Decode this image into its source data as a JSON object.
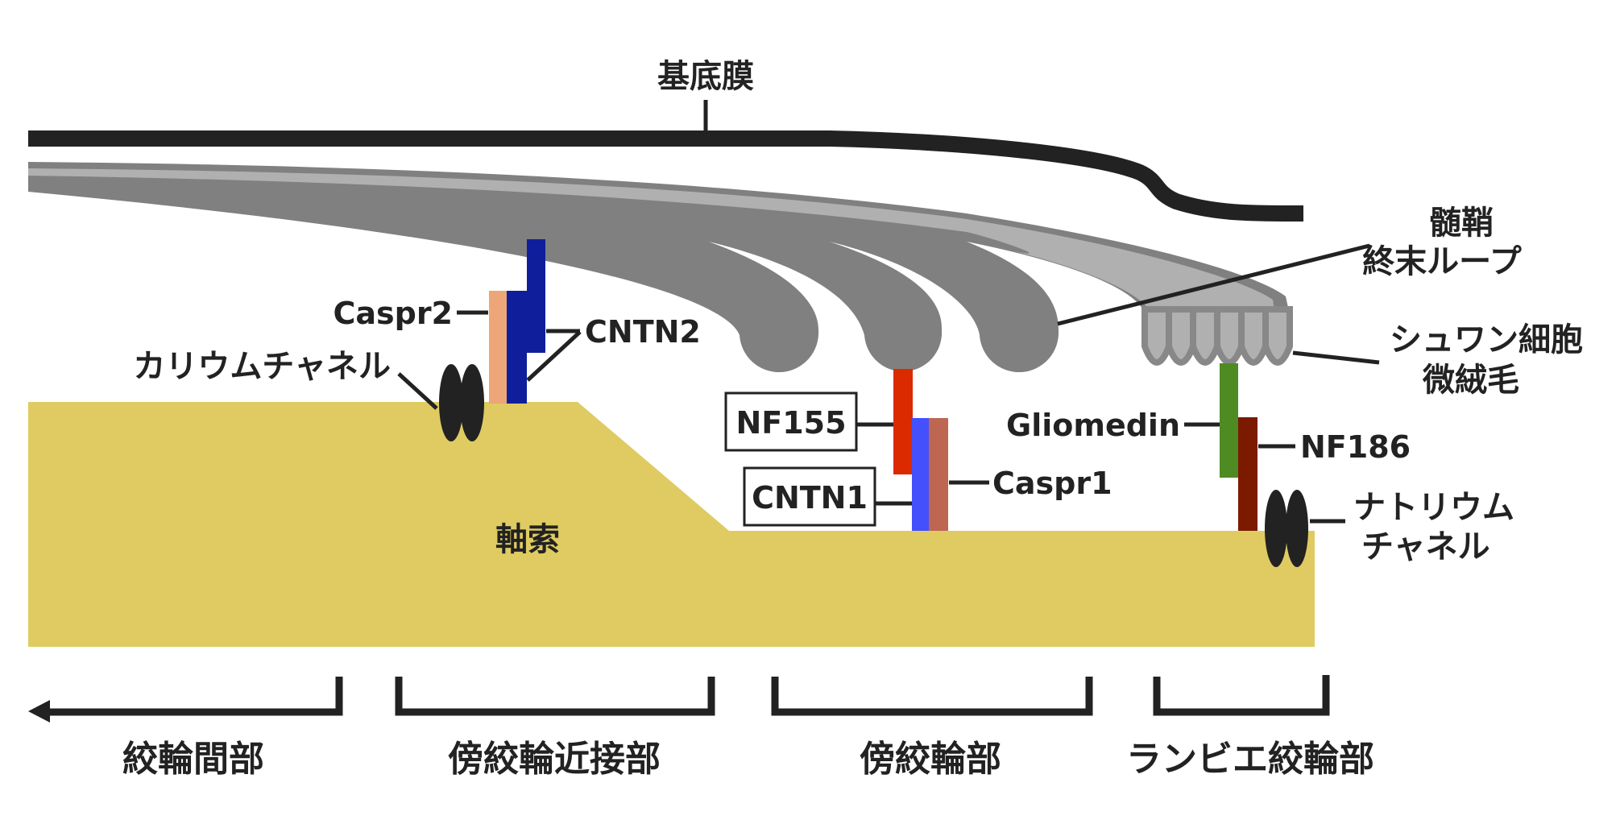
{
  "title": "Node of Ranvier schematic",
  "labels": {
    "basement_membrane": "基底膜",
    "myelin_terminal_loop_line1": "髄鞘",
    "myelin_terminal_loop_line2": "終末ループ",
    "schwann_microvilli_line1": "シュワン細胞",
    "schwann_microvilli_line2": "微絨毛",
    "potassium_channel": "カリウムチャネル",
    "sodium_channel_line1": "ナトリウム",
    "sodium_channel_line2": "チャネル",
    "axon": "軸索"
  },
  "proteins": {
    "caspr2": {
      "label": "Caspr2",
      "color": "#eca678"
    },
    "cntn2": {
      "label": "CNTN2",
      "color": "#0f1f9c"
    },
    "nf155": {
      "label": "NF155",
      "color": "#dc2a00",
      "boxed": true
    },
    "cntn1": {
      "label": "CNTN1",
      "color": "#4350fb",
      "boxed": true
    },
    "caspr1": {
      "label": "Caspr1",
      "color": "#bd6651"
    },
    "gliomedin": {
      "label": "Gliomedin",
      "color": "#4e8b22"
    },
    "nf186": {
      "label": "NF186",
      "color": "#7c1a00"
    }
  },
  "regions": [
    {
      "label": "絞輪間部",
      "arrow": "left"
    },
    {
      "label": "傍絞輪近接部"
    },
    {
      "label": "傍絞輪部"
    },
    {
      "label": "ランビエ絞輪部"
    }
  ],
  "colors": {
    "axon": "#dfcb62",
    "myelin": "#808080",
    "myelin_light": "#b0b0b0",
    "membrane": "#222222",
    "channel": "#222222"
  }
}
